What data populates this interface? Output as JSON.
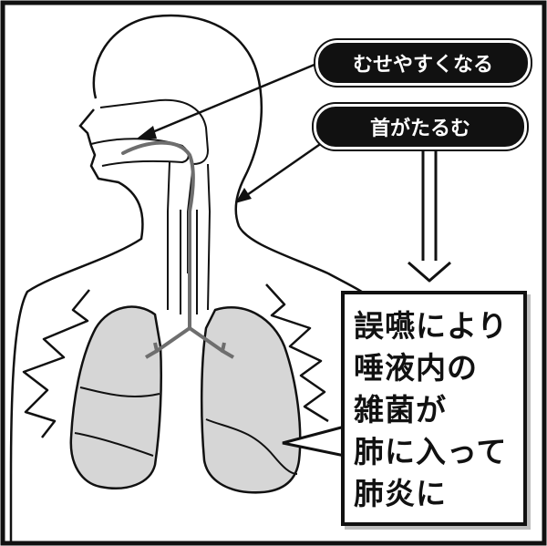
{
  "labels": {
    "choking": "むせやすくなる",
    "neck_sagging": "首がたるむ"
  },
  "callout": {
    "lines": [
      "誤嚥により",
      "唾液内の",
      "雑菌が",
      "肺に入って",
      "肺炎に"
    ]
  },
  "colors": {
    "ink": "#111111",
    "lung_fill": "#d6d6d6",
    "airway": "#6e6e6e",
    "background": "#ffffff"
  }
}
